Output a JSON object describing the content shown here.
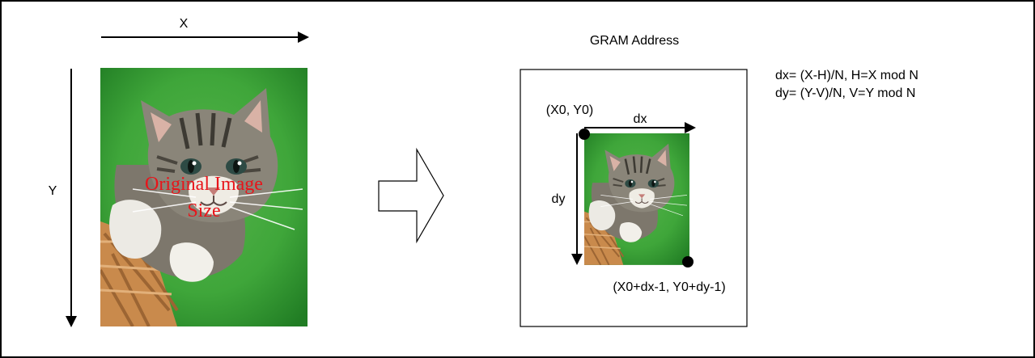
{
  "diagram": {
    "left": {
      "x_axis_label": "X",
      "y_axis_label": "Y",
      "image_caption_line1": "Original Image",
      "image_caption_line2": "Size"
    },
    "transform_arrow": {
      "icon": "right-block-arrow-icon"
    },
    "right": {
      "title": "GRAM Address",
      "start_point_label": "(X0, Y0)",
      "end_point_label": "(X0+dx-1, Y0+dy-1)",
      "dx_label": "dx",
      "dy_label": "dy"
    },
    "formulas": {
      "line1": "dx= (X-H)/N, H=X mod N",
      "line2": "dy= (Y-V)/N, V=Y mod N"
    }
  },
  "colors": {
    "photo_background": "#3fa63a",
    "photo_background_dark": "#217d24",
    "caption_red": "#e8141a",
    "basket": "#c98a4c",
    "fur_gray": "#8a8579"
  }
}
